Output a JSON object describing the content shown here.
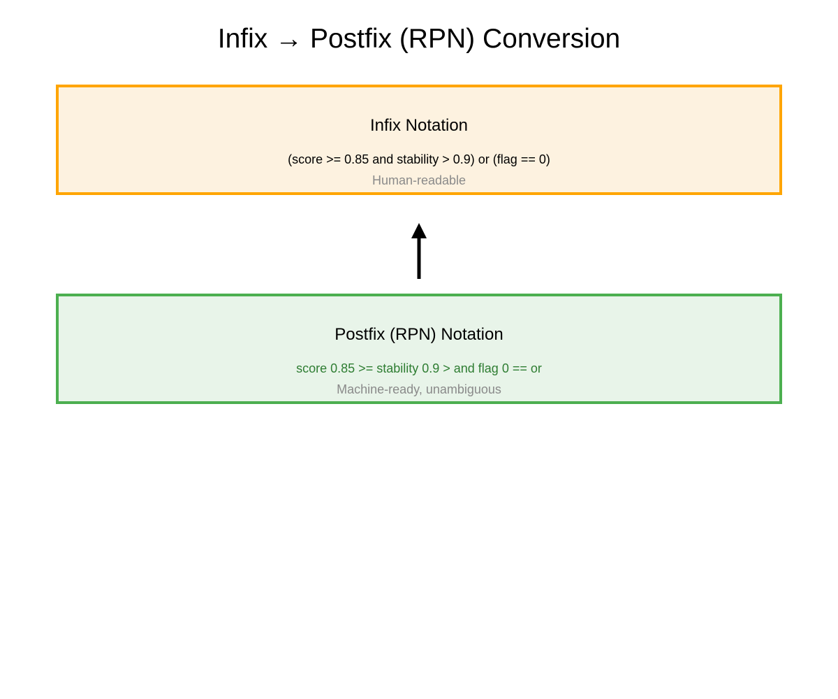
{
  "figure": {
    "title": "Infix → Postfix (RPN) Conversion"
  },
  "infix_box": {
    "heading": "Infix Notation",
    "expression": "(score >= 0.85 and stability > 0.9) or (flag == 0)",
    "caption": "Human-readable",
    "border_color": "#FFA500",
    "fill_color": "#FDF2E0",
    "text_color": "#000000"
  },
  "arrow": {
    "direction": "up",
    "color": "#000000"
  },
  "postfix_box": {
    "heading": "Postfix (RPN) Notation",
    "expression": "score 0.85 >= stability 0.9 > and flag 0 == or",
    "caption": "Machine-ready, unambiguous",
    "border_color": "#4CAF50",
    "fill_color": "#E8F4E9",
    "expression_color": "#2E7D32"
  },
  "muted_text_color": "#8A8A8A"
}
